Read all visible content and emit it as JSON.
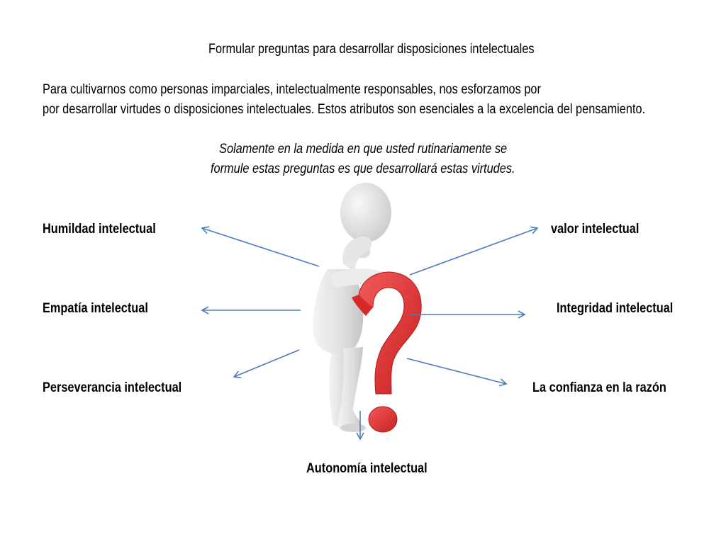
{
  "title": "Formular preguntas para desarrollar disposiciones intelectuales",
  "intro": {
    "line1": "Para cultivarnos como personas imparciales, intelectualmente responsables, nos esforzamos por",
    "line2": "por desarrollar virtudes o disposiciones intelectuales. Estos atributos son esenciales a la excelencia del pensamiento."
  },
  "note": {
    "line1": "Solamente en la medida en que usted rutinariamente se",
    "line2": "formule estas preguntas es que desarrollará estas virtudes."
  },
  "virtues": {
    "humildad": "Humildad intelectual",
    "empatia": "Empatía intelectual",
    "perseverancia": "Perseverancia intelectual",
    "valor": "valor intelectual",
    "integridad": "Integridad intelectual",
    "confianza": "La confianza en la razón",
    "autonomia": "Autonomía intelectual"
  },
  "colors": {
    "arrow": "#4a7ebb",
    "question_mark": "#e53935",
    "figure": "#e2e2e2"
  }
}
